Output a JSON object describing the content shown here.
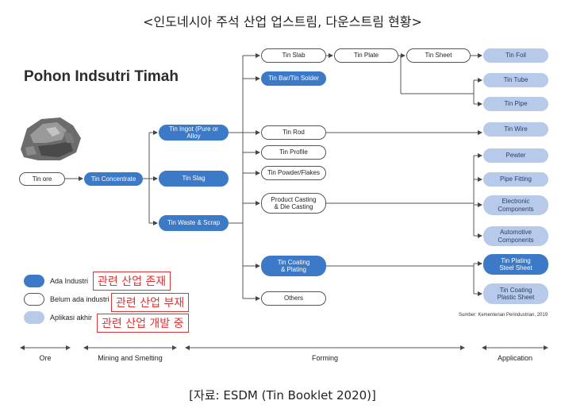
{
  "header": {
    "title": "<인도네시아 주석 산업 업스트림, 다운스트림 현황>",
    "diagram_title": "Pohon Indsutri Timah"
  },
  "nodes": {
    "tin_ore": "Tin ore",
    "tin_concentrate": "Tin Concentrate",
    "tin_ingot": "Tin Ingot (Pure or Alloy",
    "tin_slag": "Tin Slag",
    "tin_waste": "Tin Waste & Scrap",
    "tin_slab": "Tin Slab",
    "tin_plate": "Tin Plate",
    "tin_sheet": "Tin Sheet",
    "tin_foil": "Tin Foil",
    "tin_bar": "Tin Bar/Tin Solder",
    "tin_tube": "Tin Tube",
    "tin_pipe": "Tin Pipe",
    "tin_rod": "Tin Rod",
    "tin_wire": "Tin Wire",
    "tin_profile": "Tin Profile",
    "tin_powder": "Tin Powder/Flakes",
    "pewter": "Pewter",
    "pipe_fitting": "Pipe Fitting",
    "product_casting": "Product Casting\n& Die Casting",
    "electronic": "Electronic\nComponents",
    "automotive": "Automotive\nComponents",
    "tin_coating": "Tin Coating\n& Plating",
    "tin_plating_steel": "Tin Plating\nSteel Sheet",
    "tin_coating_plastic": "Tin Coating\nPlastic Sheet",
    "others": "Others"
  },
  "legend": {
    "ada": "Ada Industri",
    "belum": "Belum ada industri",
    "aplikasi": "Aplikasi akhir"
  },
  "annotations_ko": {
    "exists": "관련 산업 존재",
    "absent": "관련 산업 부재",
    "developing": "관련 산업 개발 중"
  },
  "stages": {
    "ore": "Ore",
    "mining": "Mining and Smelting",
    "forming": "Forming",
    "application": "Application"
  },
  "sumber": "Sumber: Kementerian Perindustrian, 2019",
  "footer": {
    "source": "[자료: ESDM (Tin Booklet 2020)]"
  },
  "colors": {
    "industry": "#3c79c6",
    "application": "#b8caea",
    "annotation": "#e03434"
  },
  "icons": {
    "ore_image": "tin-ore-rock"
  }
}
